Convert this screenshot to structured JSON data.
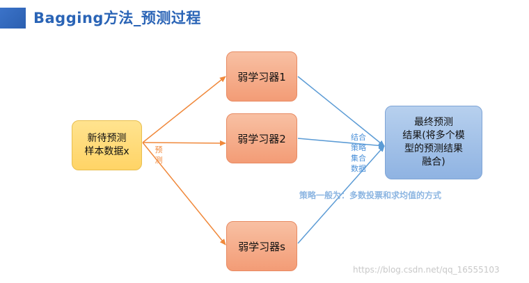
{
  "title": "Bagging方法_预测过程",
  "input_box": {
    "line1": "新待预测",
    "line2": "样本数据x"
  },
  "learners": [
    "弱学习器1",
    "弱学习器2",
    "弱学习器s"
  ],
  "predict_label": [
    "预",
    "测"
  ],
  "combine_label": [
    "结合",
    "策略",
    "集合",
    "数据"
  ],
  "final_box": {
    "line1": "最终预测",
    "line2": "结果(将多个模",
    "line3": "型的预测结果",
    "line4": "融合)"
  },
  "strategy_note": "策略一般为：多数投票和求均值的方式",
  "watermark": "https://blog.csdn.net/qq_16555103",
  "colors": {
    "title": "#2a64b6",
    "predict_arrow": "#f0883a",
    "combine_arrow": "#5b9bd5"
  }
}
